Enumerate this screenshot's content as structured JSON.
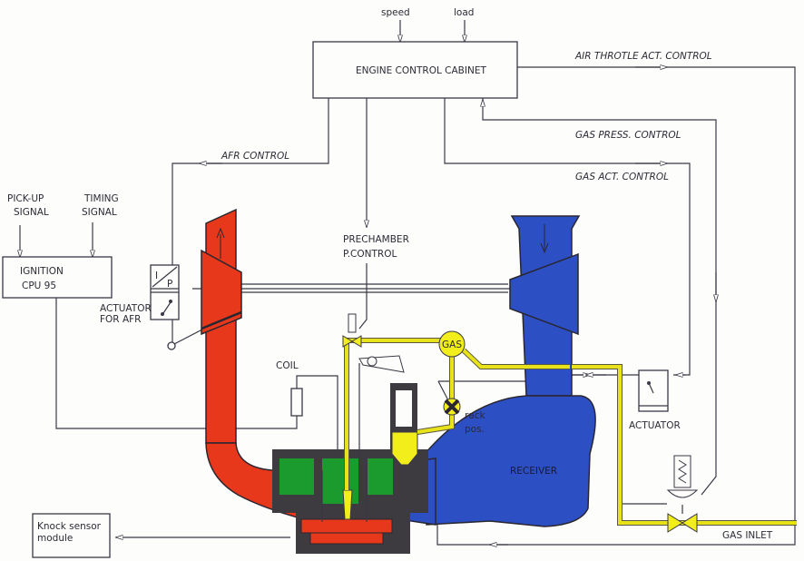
{
  "title": "Gas engine control system schematic",
  "inputs": {
    "speed": "speed",
    "load": "load"
  },
  "cabinet": {
    "label": "ENGINE CONTROL CABINET"
  },
  "signals": {
    "air_throttle": "AIR THROTLE ACT. CONTROL",
    "gas_press": "GAS PRESS. CONTROL",
    "gas_act": "GAS ACT. CONTROL",
    "afr": "AFR CONTROL"
  },
  "ignition": {
    "pickup_line1": "PICK-UP",
    "pickup_line2": "SIGNAL",
    "timing_line1": "TIMING",
    "timing_line2": "SIGNAL",
    "cpu_line1": "IGNITION",
    "cpu_line2": "CPU 95"
  },
  "afr_actuator": {
    "i_label": "I",
    "p_label": "P",
    "label_line1": "ACTUATOR",
    "label_line2": "FOR AFR"
  },
  "prechamber": {
    "line1": "PRECHAMBER",
    "line2": "P.CONTROL"
  },
  "coil": "COIL",
  "gas": "GAS",
  "rack": {
    "line1": "rack",
    "line2": "pos."
  },
  "receiver": "RECEIVER",
  "actuator": "ACTUATOR",
  "gas_inlet": "GAS INLET",
  "knock": {
    "line1": "Knock sensor",
    "line2": "module"
  },
  "colors": {
    "exhaust": "#e8381c",
    "intake": "#2d4fc4",
    "mixture": "#2aa0c8",
    "cooling": "#1b9a2e",
    "gas": "#f2ee1c",
    "line": "#3a3845"
  }
}
